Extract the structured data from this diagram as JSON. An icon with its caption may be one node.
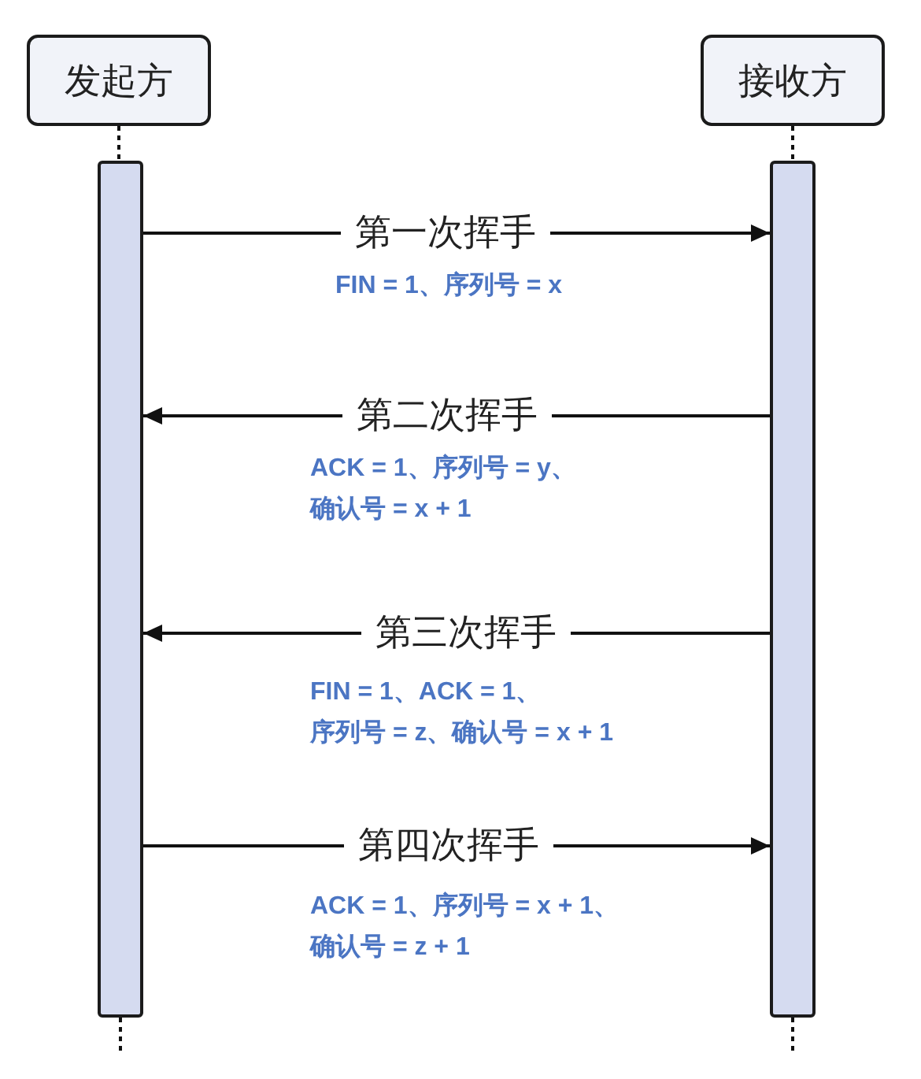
{
  "diagram": {
    "nodes": [
      {
        "text": [
          "发起方"
        ]
      },
      {
        "text": [
          "接收方"
        ]
      },
      {
        "text": [],
        "shape": "bar"
      },
      {
        "text": [],
        "shape": "bar"
      }
    ],
    "edges": [
      {
        "from": 0,
        "to": 2,
        "arrow": "none",
        "style": "dashed"
      },
      {
        "from": 1,
        "to": 3,
        "arrow": "none",
        "style": "dashed"
      },
      {
        "from": 2,
        "to": null,
        "arrow": "none",
        "style": "dashed"
      },
      {
        "from": 3,
        "to": null,
        "arrow": "none",
        "style": "dashed"
      },
      {
        "from": 2,
        "to": 3,
        "arrow": "to",
        "label": "第一次挥手"
      },
      {
        "from": 3,
        "to": 2,
        "arrow": "to",
        "label": "第二次挥手"
      },
      {
        "from": 3,
        "to": 2,
        "arrow": "to",
        "label": "第三次挥手"
      },
      {
        "from": 2,
        "to": 3,
        "arrow": "to",
        "label": "第四次挥手"
      }
    ],
    "labels": [
      "FIN = 1、序列号 = x",
      "ACK = 1、序列号 = y、确认号 = x + 1",
      "FIN = 1、ACK = 1、序列号 = z、确认号 = x + 1",
      "ACK = 1、序列号 = x + 1、确认号 = z + 1"
    ]
  }
}
